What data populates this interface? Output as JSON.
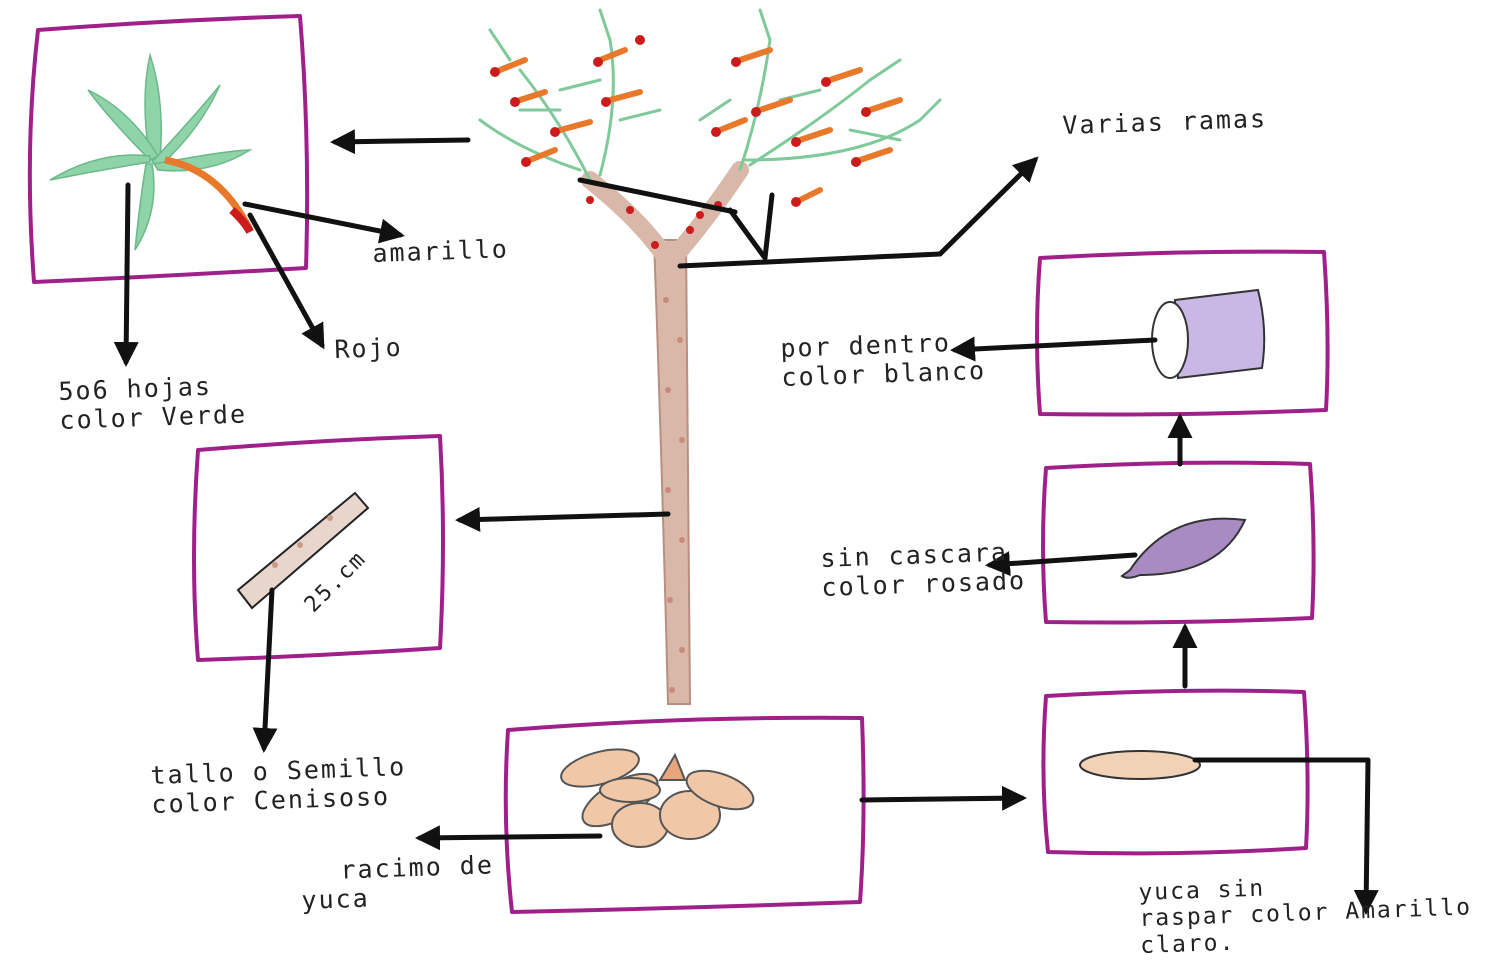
{
  "labels": {
    "branches": "Varias ramas",
    "yellow": "amarillo",
    "red": "Rojo",
    "leaves": [
      "5o6 hojas",
      "color Verde"
    ],
    "inside": [
      "por dentro",
      "color blanco"
    ],
    "peeled": [
      "sin cascara",
      "color rosado"
    ],
    "stem": [
      "tallo o Semillo",
      "color Cenisoso"
    ],
    "stem_size": "25.cm",
    "cluster": [
      "racimo de",
      "yuca"
    ],
    "unpeeled": [
      "yuca sin",
      "raspar color Amarillo",
      "claro."
    ]
  },
  "colors": {
    "frame": "#a0208a",
    "arrow": "#111111",
    "leaf": "#7fc99a",
    "trunk": "#c9a495",
    "flower_orange": "#e8782a",
    "flower_red": "#cc1b1b",
    "tuber_skin": "#e9c8a8",
    "peeled_pink": "#a98bc4",
    "inside_lilac": "#c9b8e6"
  }
}
